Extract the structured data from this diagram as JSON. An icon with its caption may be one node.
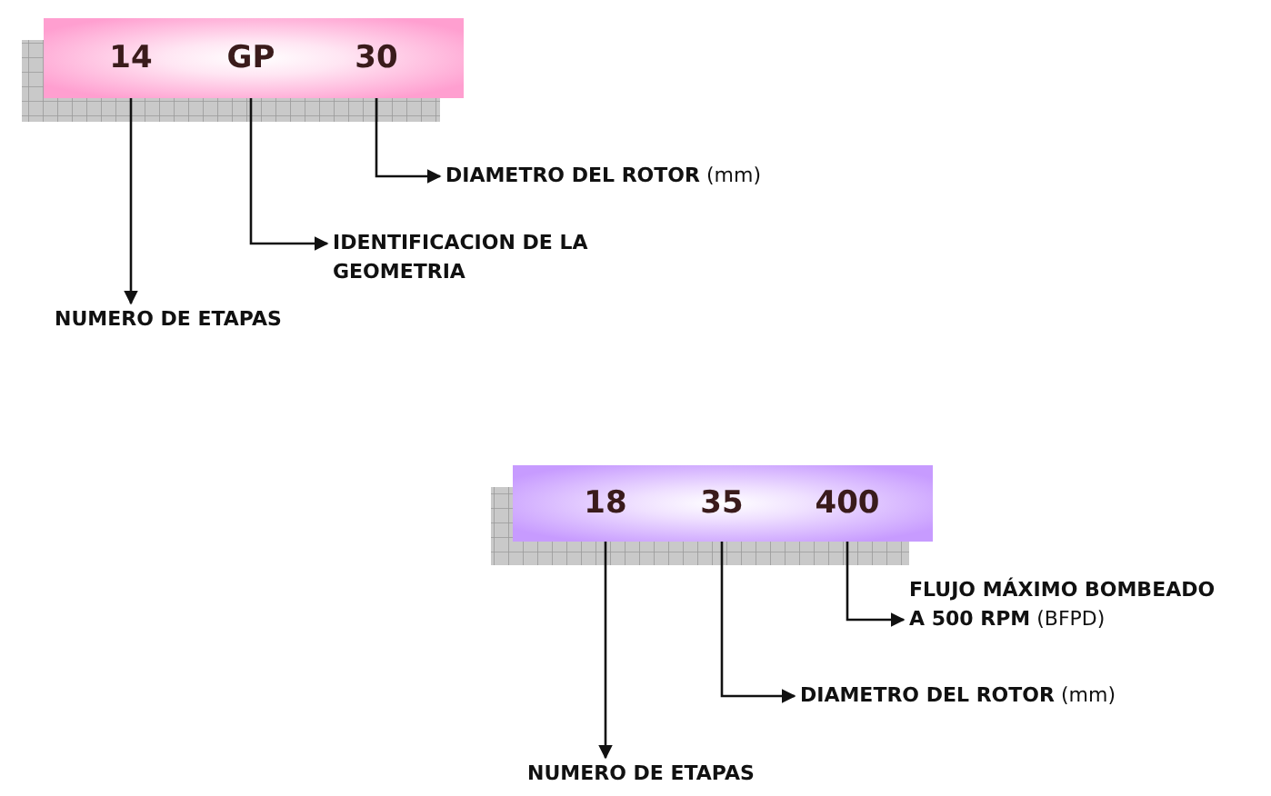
{
  "diagram": {
    "nodes": [
      {
        "text": [],
        "shape": "bar"
      },
      {
        "text": [
          "14"
        ],
        "in": 0
      },
      {
        "text": [
          "GP"
        ],
        "in": 0
      },
      {
        "text": [
          "30"
        ],
        "in": 0
      },
      {
        "text": [
          "**DIAMETRO DEL ROTOR** (mm)"
        ]
      },
      {
        "text": [
          "IDENTIFICACION DE LA GEOMETRIA"
        ]
      },
      {
        "text": [
          "NUMERO DE ETAPAS"
        ]
      },
      {
        "text": [],
        "shape": "bar"
      },
      {
        "text": [
          "18"
        ],
        "in": 7
      },
      {
        "text": [
          "35"
        ],
        "in": 7
      },
      {
        "text": [
          "400"
        ],
        "in": 7
      },
      {
        "text": [
          "**FLUJO MÁXIMO BOMBEADO A 500 RPM** (BFPD)"
        ]
      },
      {
        "text": [
          "**DIAMETRO DEL ROTOR** (mm)"
        ]
      },
      {
        "text": [
          "NUMERO DE ETAPAS"
        ]
      }
    ],
    "edges": [
      {
        "from": 1,
        "to": 6,
        "arrow": "to"
      },
      {
        "from": 2,
        "to": 5,
        "arrow": "to"
      },
      {
        "from": 3,
        "to": 4,
        "arrow": "to"
      },
      {
        "from": 8,
        "to": 13,
        "arrow": "to"
      },
      {
        "from": 9,
        "to": 12,
        "arrow": "to"
      },
      {
        "from": 10,
        "to": 11,
        "arrow": "to"
      }
    ]
  }
}
